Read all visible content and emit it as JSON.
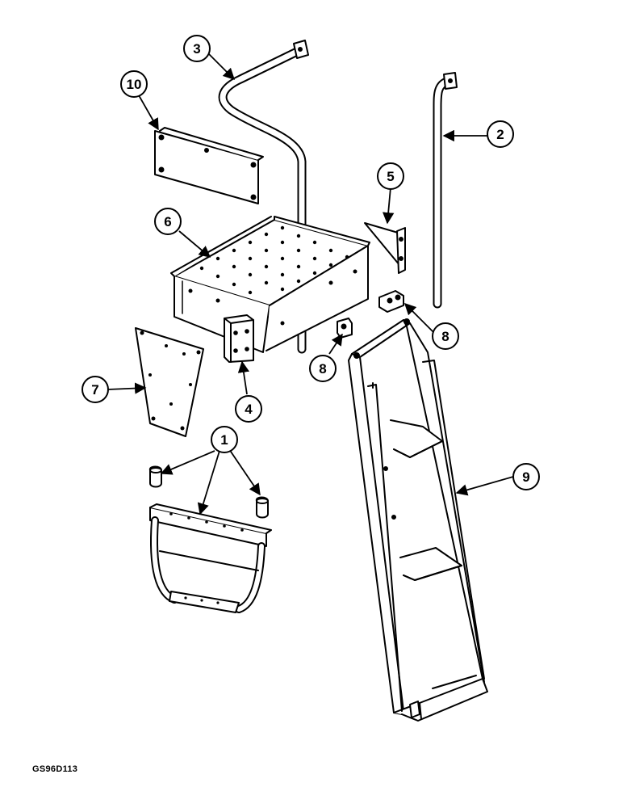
{
  "figure": {
    "reference_code": "GS96D113"
  },
  "callouts": [
    {
      "id": "callout-1",
      "label": "1"
    },
    {
      "id": "callout-2",
      "label": "2"
    },
    {
      "id": "callout-3",
      "label": "3"
    },
    {
      "id": "callout-4",
      "label": "4"
    },
    {
      "id": "callout-5",
      "label": "5"
    },
    {
      "id": "callout-6",
      "label": "6"
    },
    {
      "id": "callout-7",
      "label": "7"
    },
    {
      "id": "callout-8a",
      "label": "8"
    },
    {
      "id": "callout-8b",
      "label": "8"
    },
    {
      "id": "callout-9",
      "label": "9"
    },
    {
      "id": "callout-10",
      "label": "10"
    }
  ]
}
